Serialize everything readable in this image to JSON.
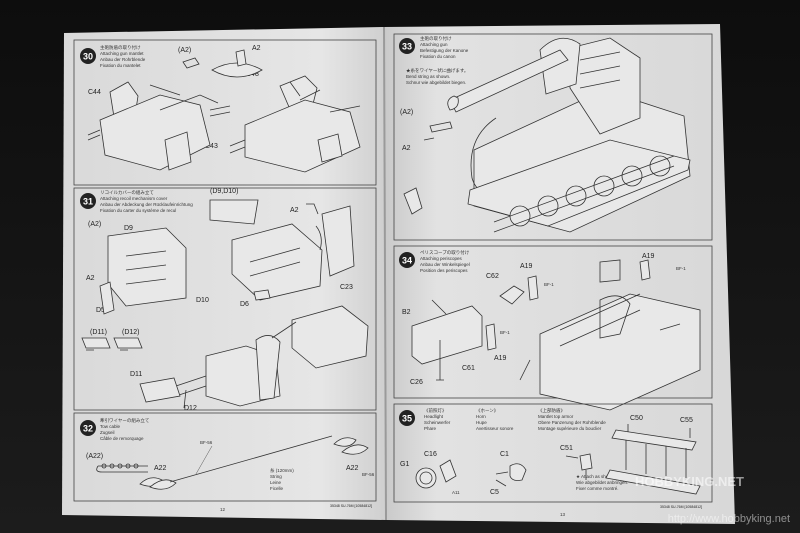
{
  "booklet": {
    "left_page_number": "12",
    "right_page_number": "13",
    "left_code": "35348 SU-76M [10584812]",
    "right_code": "35348 SU-76M [10584812]"
  },
  "watermark": {
    "brand": "HOBBYKING.NET",
    "url": "http://www.hobbyking.net"
  },
  "steps": [
    {
      "num": "30",
      "title_lines": [
        "主砲防盾の取り付け",
        "Attaching gun mantlet",
        "Anbau der Rohrblende",
        "Fixation du mantelet"
      ],
      "parts": [
        "(A2)",
        "A2",
        "C48",
        "C44",
        "C43"
      ]
    },
    {
      "num": "31",
      "title_lines": [
        "リコイルカバーの組み立て",
        "Attaching recoil mechanism cover",
        "Anbau der Abdeckung der Rücklaufeinrichtung",
        "Fixation du carter du système de recul"
      ],
      "parts": [
        "(D9,D10)",
        "(A2)",
        "D9",
        "A2",
        "A2",
        "D5",
        "C23",
        "D10",
        "D6",
        "(D11)",
        "(D12)",
        "D11",
        "D12"
      ]
    },
    {
      "num": "32",
      "title_lines": [
        "牽引ワイヤーの組み立て",
        "Tow cable",
        "Zugseil",
        "Câble de remorquage"
      ],
      "parts": [
        "(A22)",
        "A22",
        "A22",
        "BF-56",
        "BF-56"
      ],
      "cable_text": [
        "糸 (120mm)",
        "String",
        "Leine",
        "Ficelle"
      ]
    },
    {
      "num": "33",
      "title_lines": [
        "主砲の取り付け",
        "Attaching gun",
        "Befestigung der Kanone",
        "Fixation du canon"
      ],
      "parts": [
        "(A2)",
        "A2"
      ],
      "note_lines": [
        "★糸をワイヤー状に曲げます。",
        "Bend string as shown.",
        "Schnur wie abgebildet biegen."
      ]
    },
    {
      "num": "34",
      "title_lines": [
        "ペリスコープの取り付け",
        "Attaching periscopes",
        "Anbau der Winkelspiegel",
        "Position des periscopes"
      ],
      "parts": [
        "A19",
        "C62",
        "A19",
        "B2",
        "A19",
        "C61",
        "C26",
        "BF-1",
        "BF-1",
        "BF-1"
      ]
    },
    {
      "num": "35",
      "title_lines": [],
      "sub_groups": [
        {
          "lines": [
            "《前照灯》",
            "Headlight",
            "Scheinwerfer",
            "Phare"
          ]
        },
        {
          "lines": [
            "《ホーン》",
            "Horn",
            "Hupe",
            "Avertisseur sonore"
          ]
        },
        {
          "lines": [
            "《上部防盾》",
            "Mantlet top armor",
            "Obere Panzerung der Rohrblende",
            "Montage supérieure du bouclier"
          ]
        }
      ],
      "parts": [
        "G1",
        "C16",
        "C1",
        "C5",
        "C51",
        "C50",
        "C55",
        "A11"
      ],
      "note_lines": [
        "★ Attach as shown.",
        "Wie abgebildet anbringen.",
        "Fixer comme montré."
      ]
    }
  ]
}
